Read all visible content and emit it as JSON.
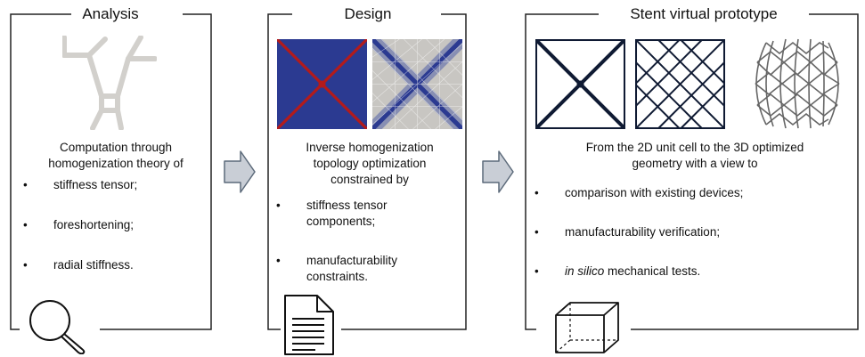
{
  "panels": {
    "analysis": {
      "title": "Analysis",
      "description_lines": [
        "Computation through",
        "homogenization theory of"
      ],
      "bullets": [
        "stiffness tensor;",
        "foreshortening;",
        "radial stiffness."
      ],
      "icon": "magnifying-glass-icon"
    },
    "design": {
      "title": "Design",
      "description_lines": [
        "Inverse homogenization",
        "topology optimization",
        "constrained by"
      ],
      "bullets": [
        [
          "stiffness tensor",
          "components;"
        ],
        [
          "manufacturability",
          "constraints."
        ]
      ],
      "icon": "document-icon"
    },
    "prototype": {
      "title": "Stent virtual prototype",
      "description_lines": [
        "From the 2D unit cell to the 3D optimized",
        "geometry with a view to"
      ],
      "bullets": [
        "comparison with existing devices;",
        "manufacturability verification;"
      ],
      "bullet_last": {
        "italic": "in silico",
        "rest": " mechanical tests."
      },
      "icon": "cube-icon"
    }
  },
  "arrows": [
    "right-arrow",
    "right-arrow"
  ],
  "colors": {
    "design_blue": "#2b3a91",
    "design_red": "#b31b1b",
    "mesh_gray": "#c8c6c2",
    "unit_cell_gray": "#d2d0cc",
    "prototype_dark": "#0f1a33",
    "arrow_fill": "#c9ced6",
    "arrow_stroke": "#5c6a7a"
  }
}
